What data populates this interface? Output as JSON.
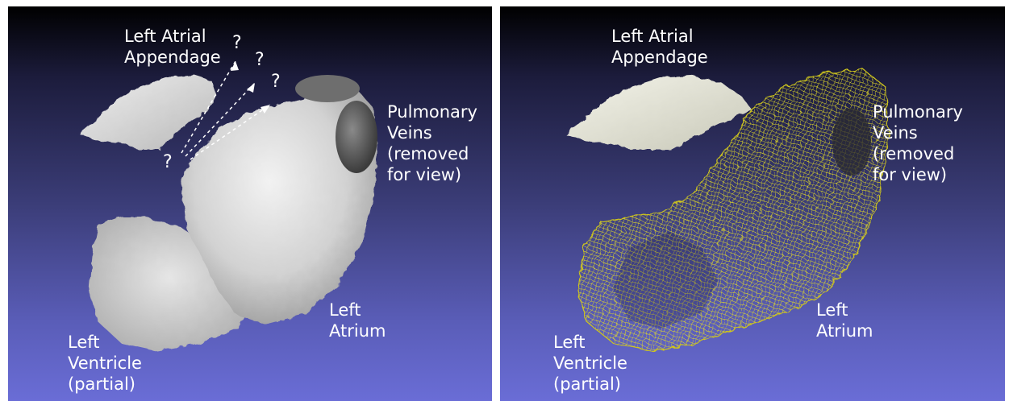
{
  "left_view": {
    "labels": {
      "appendage": "Left Atrial\nAppendage",
      "veins": "Pulmonary\nVeins\n(removed\nfor view)",
      "atrium": "Left\nAtrium",
      "ventricle": "Left\nVentricle\n(partial)"
    },
    "question_marks": [
      "?",
      "?",
      "?",
      "?"
    ]
  },
  "right_view": {
    "labels": {
      "appendage": "Left Atrial\nAppendage",
      "veins": "Pulmonary\nVeins\n(removed\nfor view)",
      "atrium": "Left\nAtrium",
      "ventricle": "Left\nVentricle\n(partial)"
    }
  },
  "colors": {
    "background_top": "#000000",
    "background_bottom": "#6a6dd6",
    "tissue_surface": "#e4e4e4",
    "mesh_overlay": "#d8d020",
    "label_text": "#ffffff"
  }
}
